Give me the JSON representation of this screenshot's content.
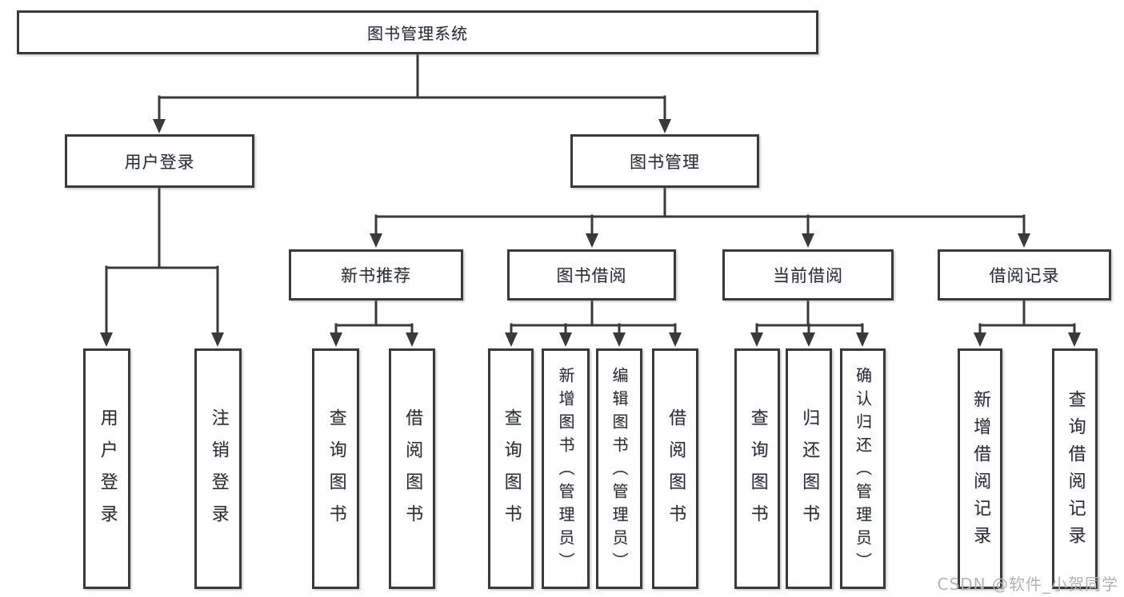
{
  "title": "图书管理系统",
  "nodes": {
    "root": "图书管理系统",
    "user_login": "用户登录",
    "book_management": "图书管理",
    "new_book_recommend": "新书推荐",
    "book_borrowing": "图书借阅",
    "current_borrowing": "当前借阅",
    "borrowing_records": "借阅记录",
    "leaf_user_login": "用户登录",
    "leaf_logout": "注销登录",
    "leaf_nbr_search_books": "查询图书",
    "leaf_nbr_borrow_books": "借阅图书",
    "leaf_bb_search_books": "查询图书",
    "leaf_bb_add_books": "新增图书（管理员）",
    "leaf_bb_edit_books": "编辑图书（管理员）",
    "leaf_bb_borrow_books": "借阅图书",
    "leaf_cb_search_books": "查询图书",
    "leaf_cb_return_books": "归还图书",
    "leaf_cb_confirm_return": "确认归还（管理员）",
    "leaf_br_add_record": "新增借阅记录",
    "leaf_br_search_record": "查询借阅记录"
  },
  "watermark": "CSDN @软件_小贺同学",
  "colors": {
    "line": "#3a3a3a",
    "box_border": "#3a3a3a",
    "text": "#2d2d2d",
    "background": "#ffffff",
    "watermark": "#b4b4b4"
  }
}
